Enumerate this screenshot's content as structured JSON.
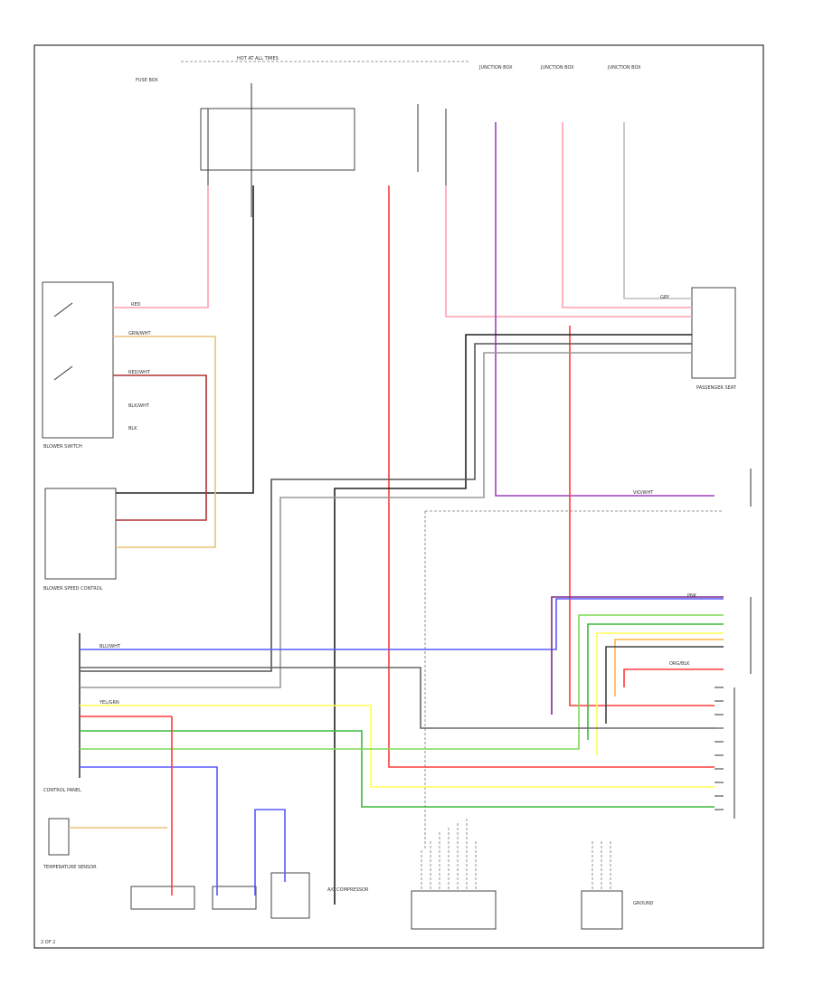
{
  "title": "HOT AT ALL TIMES",
  "components": {
    "blower_switch": "BLOWER SWITCH",
    "blower_speed_control": "BLOWER SPEED CONTROL",
    "passenger_seat": "PASSENGER SEAT",
    "fuse_box": "FUSE BOX",
    "junction_box": "JUNCTION BOX",
    "control_panel": "CONTROL PANEL",
    "ac_compressor": "A/C COMPRESSOR",
    "temp_sensor": "TEMPERATURE SENSOR",
    "ground": "GROUND"
  },
  "wire_labels": {
    "red": "RED",
    "red_wht": "RED/WHT",
    "blk": "BLK",
    "blk_wht": "BLK/WHT",
    "grn_wht": "GRN/WHT",
    "yel_grn": "YEL/GRN",
    "blu_wht": "BLU/WHT",
    "gry": "GRY",
    "vio_wht": "VIO/WHT",
    "org_blk": "ORG/BLK",
    "pnk": "PNK"
  },
  "page_number": "2 OF 2",
  "colors": {
    "red": "#ff3b3b",
    "pink": "#ff9fb0",
    "violet": "#a040c0",
    "purple": "#7a2d8a",
    "blue": "#5a5aff",
    "yellow": "#ffff55",
    "green": "#7ed957",
    "darkgreen": "#3cba3c",
    "orange": "#ffb347",
    "tan": "#e8c27a",
    "gray": "#666666",
    "black": "#222222",
    "lightgray": "#bdbdbd",
    "maroon": "#b03030"
  }
}
